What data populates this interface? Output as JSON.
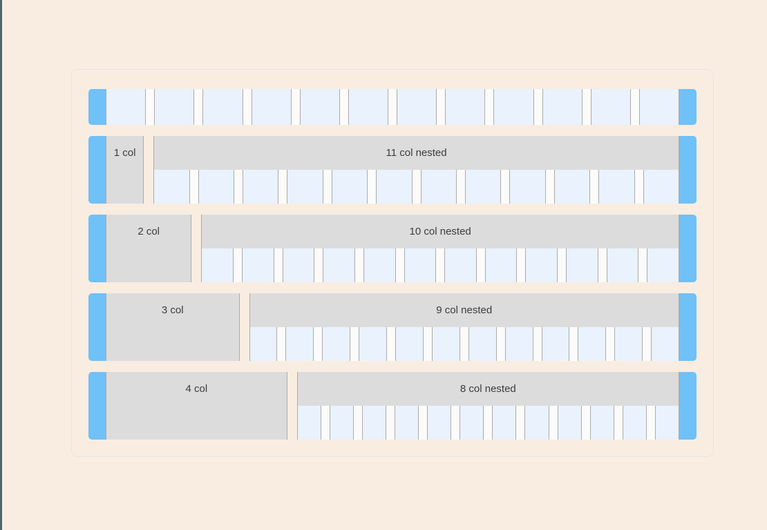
{
  "page": {
    "background_color": "#f9ede1",
    "left_edge_strip_color": "#4e6472"
  },
  "card": {
    "background_color": "#f9ede1",
    "border_color": "#e3e6e8"
  },
  "grid": {
    "colors": {
      "accent_blue": "#6fc1f8",
      "column_fill": "#e9f2fd",
      "gutter_fill": "#fbfbfa",
      "gutter_line": "#ababab",
      "block_fill": "#dcdcdc",
      "label_text": "#3c3c3c"
    },
    "total_columns": 12,
    "rows": [
      {
        "type": "striped",
        "columns": 12
      },
      {
        "type": "nested",
        "label": "1 col",
        "span": 1,
        "nested_label": "11 col nested",
        "nested_span": 11,
        "nested_columns": 12
      },
      {
        "type": "nested",
        "label": "2 col",
        "span": 2,
        "nested_label": "10 col nested",
        "nested_span": 10,
        "nested_columns": 12
      },
      {
        "type": "nested",
        "label": "3 col",
        "span": 3,
        "nested_label": "9 col nested",
        "nested_span": 9,
        "nested_columns": 12
      },
      {
        "type": "nested",
        "label": "4 col",
        "span": 4,
        "nested_label": "8 col nested",
        "nested_span": 8,
        "nested_columns": 12
      }
    ]
  }
}
